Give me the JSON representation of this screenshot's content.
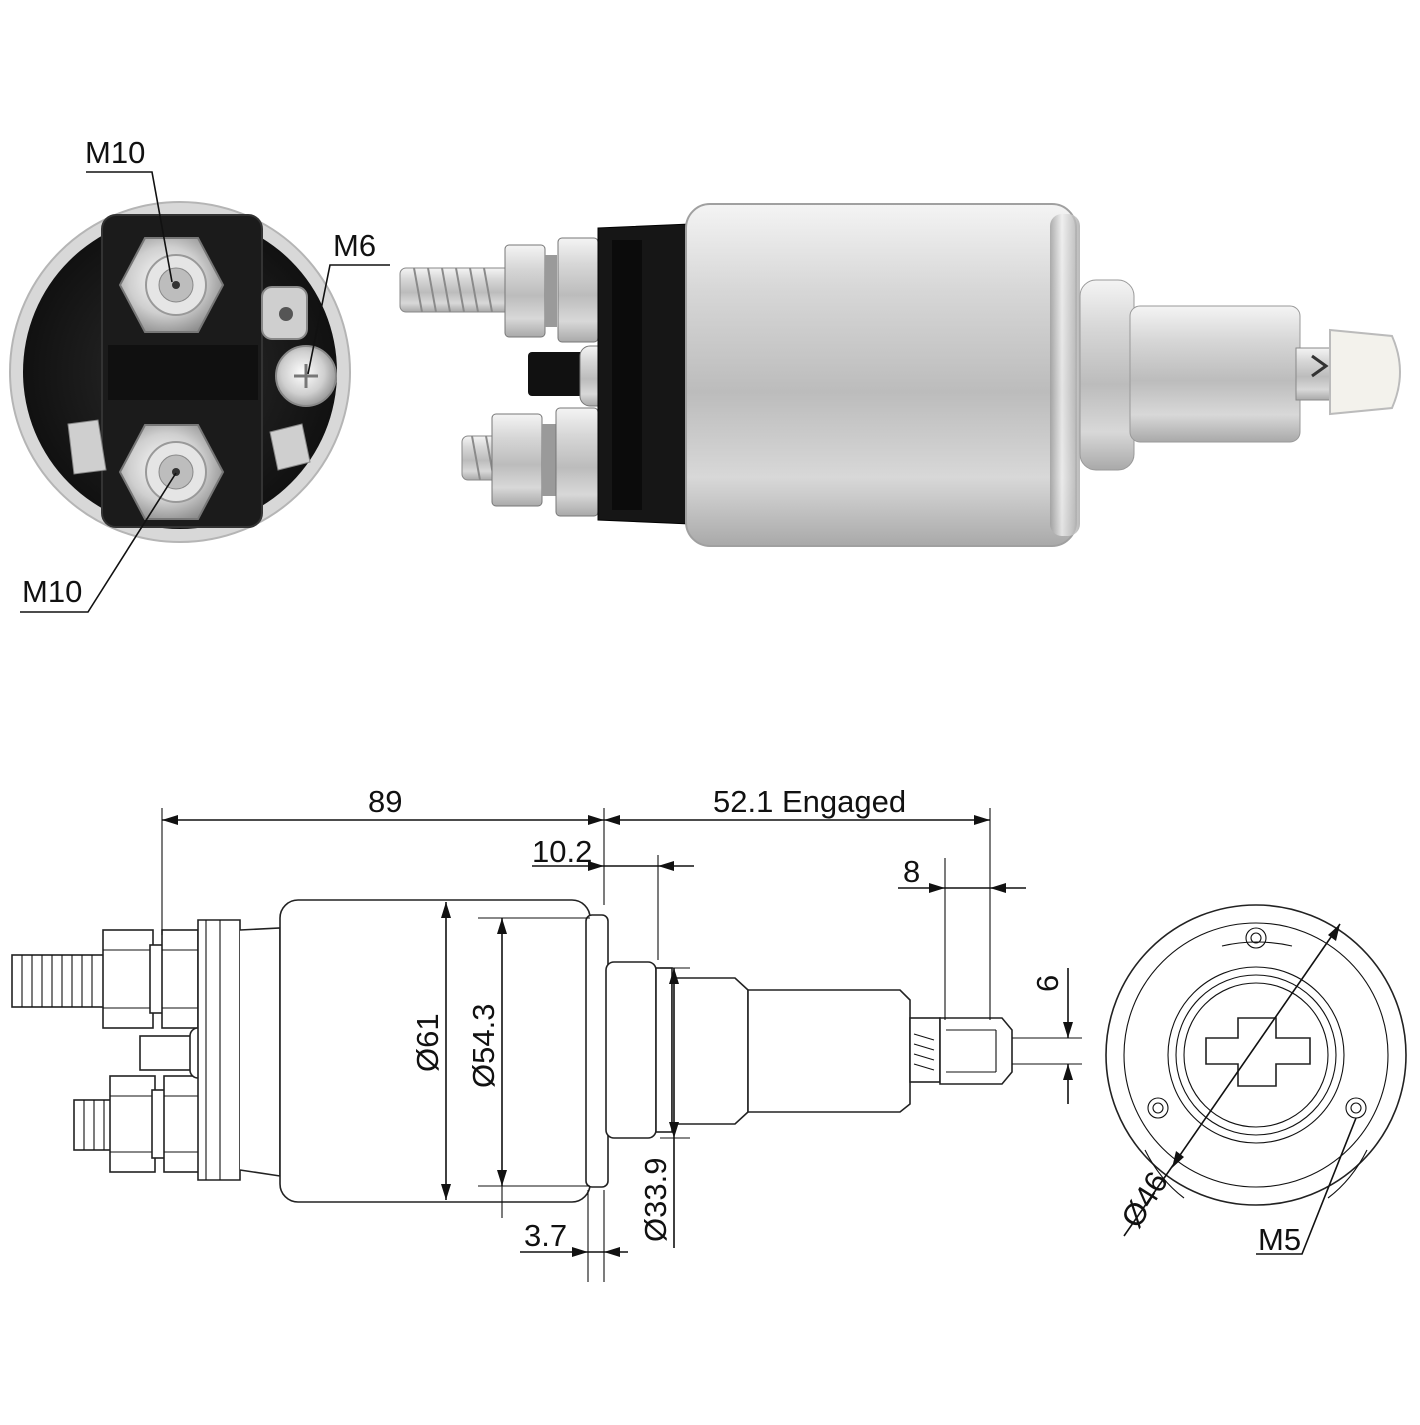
{
  "photo": {
    "labels": {
      "top_terminal": "M10",
      "small_terminal": "M6",
      "bottom_terminal": "M10"
    },
    "colors": {
      "housing": "#1a1a1a",
      "metal": "#c9c9c9",
      "nylon": "#f2f2ee"
    }
  },
  "drawing": {
    "dimensions": {
      "overall_length": "89",
      "engaged_travel": "52.1 Engaged",
      "flange_offset": "10.2",
      "plunger_tip_length": "8",
      "slot_width": "6",
      "body_diameter": "Ø61",
      "inner_diameter": "Ø54.3",
      "nose_diameter": "Ø33.9",
      "rim_thickness": "3.7"
    },
    "end_view": {
      "bolt_circle": "Ø46",
      "mount_thread": "M5"
    }
  }
}
